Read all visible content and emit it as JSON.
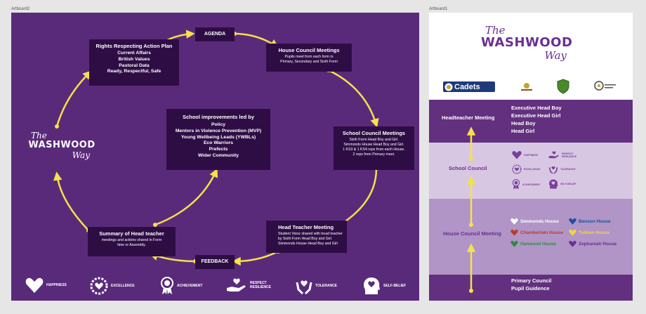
{
  "artboards": {
    "left_label": "Artboard2",
    "right_label": "Artboard1"
  },
  "logo": {
    "the": "The",
    "washwood": "WASHWOOD",
    "way": "Way"
  },
  "cycle": {
    "agenda": "AGENDA",
    "feedback": "FEEDBACK",
    "rights": {
      "title": "Rights Respecting Action Plan",
      "lines": [
        "Current Affairs",
        "British Values",
        "Pastoral Data",
        "Ready, Respectful, Safe"
      ]
    },
    "house_council": {
      "title": "House Council Meetings",
      "lines": [
        "Pupils meet from each form in",
        "Primary, Secondary and Sixth Form"
      ]
    },
    "school_council": {
      "title": "School Council Meetings",
      "lines": [
        "Sixth Form Head Boy and Girl.",
        "Simmonds House Head Boy and Girl.",
        "1 KS3 & 1 KS4 reps from each House.",
        "2 reps from Primary meet."
      ]
    },
    "head_teacher": {
      "title": "Head Teacher Meeting",
      "lines": [
        "Student Voice shared with head teacher",
        "by Sixth Form Head Boy and Girl.",
        "Simmonds House Head Boy and Girl"
      ]
    },
    "summary": {
      "title": "Summary of Head teacher",
      "lines": [
        "meetings and actions shared in Form",
        "time or Assembly."
      ]
    },
    "improvements": {
      "title": "School improvements led by",
      "lines": [
        "Policy",
        "Mentors in Violence Prevention (MVP)",
        "Young Wellbeing Leads (YWBLs)",
        "Eco Warriors",
        "Prefects",
        "Wider Community"
      ]
    }
  },
  "values": [
    {
      "label": "HAPPINESS",
      "icon": "heart-icon"
    },
    {
      "label": "EXCELLENCE",
      "icon": "heart-badge-icon"
    },
    {
      "label": "ACHIEVEMENT",
      "icon": "rosette-icon"
    },
    {
      "label": "RESPECT\nRESILIENCE",
      "icon": "hand-heart-icon"
    },
    {
      "label": "TOLERANCE",
      "icon": "hands-heart-icon"
    },
    {
      "label": "SELF-BELIEF",
      "icon": "head-heart-icon"
    }
  ],
  "values_small": [
    {
      "label": "HAPPINESS"
    },
    {
      "label": "RESPECT\nRESILIENCE"
    },
    {
      "label": "EXCELLENCE"
    },
    {
      "label": "TOLERANCE"
    },
    {
      "label": "ACHIEVEMENT"
    },
    {
      "label": "SELF-BELIEF"
    }
  ],
  "partners": {
    "cadets": "Cadets"
  },
  "hierarchy": {
    "headteacher_meeting": "Headteacher Meeting",
    "head_roles": [
      "Executive Head Boy",
      "Executive Head Girl",
      "Head Boy",
      "Head Girl"
    ],
    "school_council": "School Council",
    "house_council_meeting": "House Council Meeting",
    "houses": [
      {
        "name": "Simmonds House",
        "color": "#ffffff"
      },
      {
        "name": "Benson House",
        "color": "#1f4fa0"
      },
      {
        "name": "Chamberlain House",
        "color": "#c0392b"
      },
      {
        "name": "Tolkien House",
        "color": "#f1d640"
      },
      {
        "name": "Hanwood House",
        "color": "#2e8b3e"
      },
      {
        "name": "Zephaniah House",
        "color": "#6b2e91"
      }
    ],
    "bottom_lines": [
      "Primary Council",
      "Pupil Guidence"
    ]
  },
  "colors": {
    "purple": "#5a2a7a",
    "dark": "#2e0d45",
    "arrow": "#f5e14a"
  }
}
